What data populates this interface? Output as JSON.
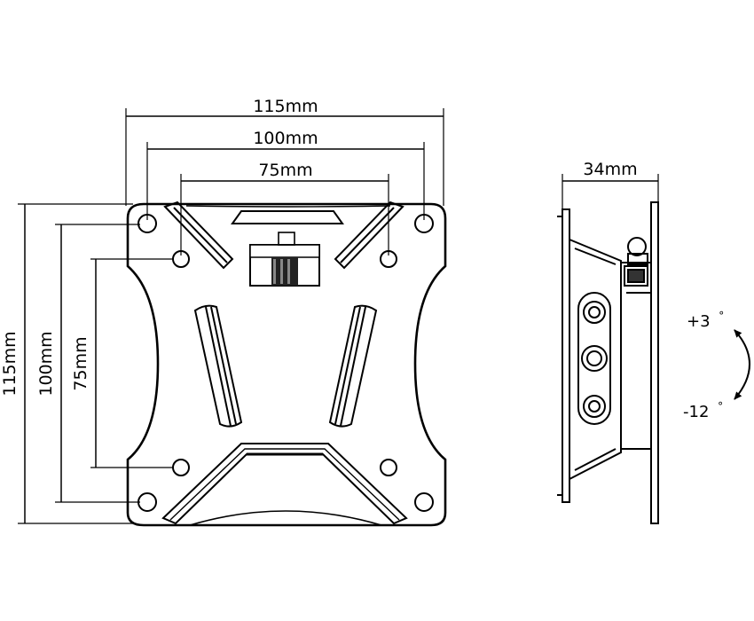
{
  "front_view": {
    "width_outer": "115mm",
    "width_mid": "100mm",
    "width_inner": "75mm",
    "height_outer": "115mm",
    "height_mid": "100mm",
    "height_inner": "75mm"
  },
  "side_view": {
    "depth": "34mm",
    "tilt_up": "+3",
    "tilt_down": "-12",
    "degree_symbol": "°"
  }
}
